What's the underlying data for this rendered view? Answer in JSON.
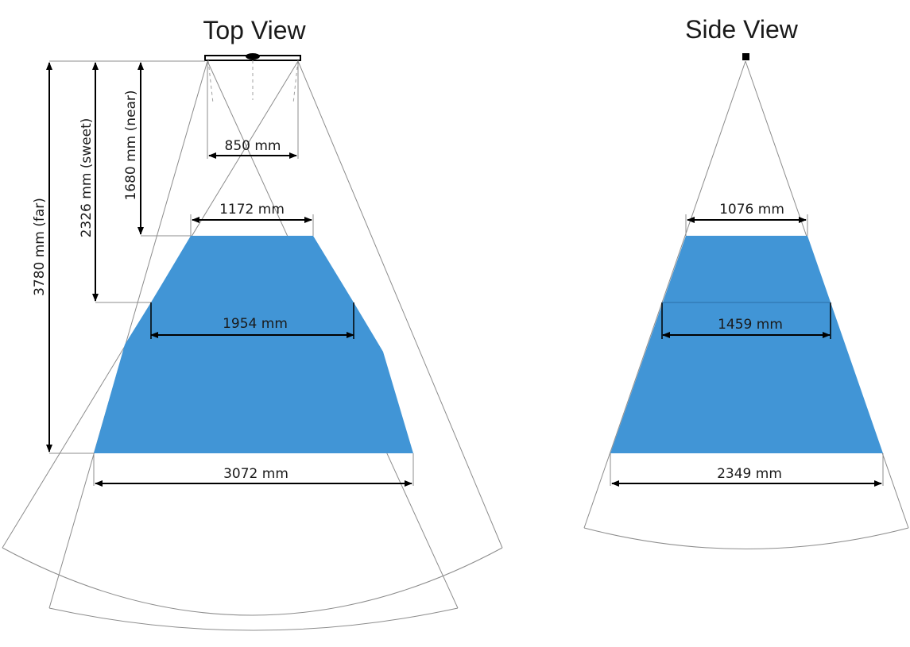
{
  "top_view": {
    "title": "Top View",
    "near_width": "850 mm",
    "near_zone_width": "1172 mm",
    "sweet_zone_width": "1954 mm",
    "far_zone_width": "3072 mm",
    "near_distance": "1680 mm (near)",
    "sweet_distance": "2326 mm (sweet)",
    "far_distance": "3780 mm (far)"
  },
  "side_view": {
    "title": "Side View",
    "near_zone_width": "1076 mm",
    "sweet_zone_width": "1459 mm",
    "far_zone_width": "2349 mm"
  },
  "colors": {
    "zone_fill": "#4195d6",
    "guide_lines": "#8c8c8c",
    "arrows": "#000000"
  }
}
